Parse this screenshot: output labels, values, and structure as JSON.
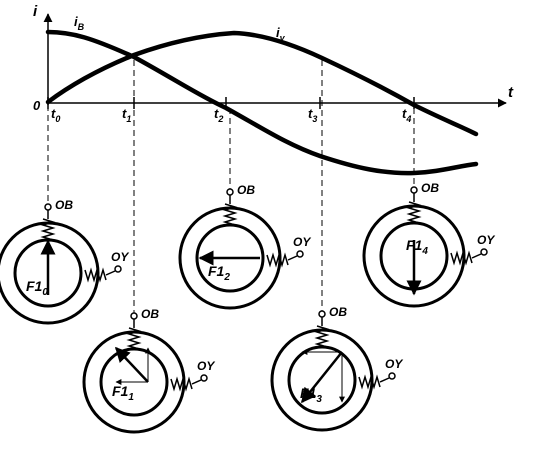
{
  "axes": {
    "y_label": "i",
    "x_label": "t",
    "origin_label": "0",
    "time_marks": [
      {
        "base": "t",
        "sub": "0"
      },
      {
        "base": "t",
        "sub": "1"
      },
      {
        "base": "t",
        "sub": "2"
      },
      {
        "base": "t",
        "sub": "3"
      },
      {
        "base": "t",
        "sub": "4"
      }
    ]
  },
  "curves": [
    {
      "base": "i",
      "sub": "B"
    },
    {
      "base": "i",
      "sub": "y"
    }
  ],
  "windings": {
    "start_label": "OB",
    "field_label": "OY"
  },
  "motors": [
    {
      "base": "F1",
      "sub": "0"
    },
    {
      "base": "F1",
      "sub": "1"
    },
    {
      "base": "F1",
      "sub": "2"
    },
    {
      "base": "F1",
      "sub": "3"
    },
    {
      "base": "F1",
      "sub": "4"
    }
  ],
  "colors": {
    "ink": "#000000",
    "background": "#ffffff"
  }
}
